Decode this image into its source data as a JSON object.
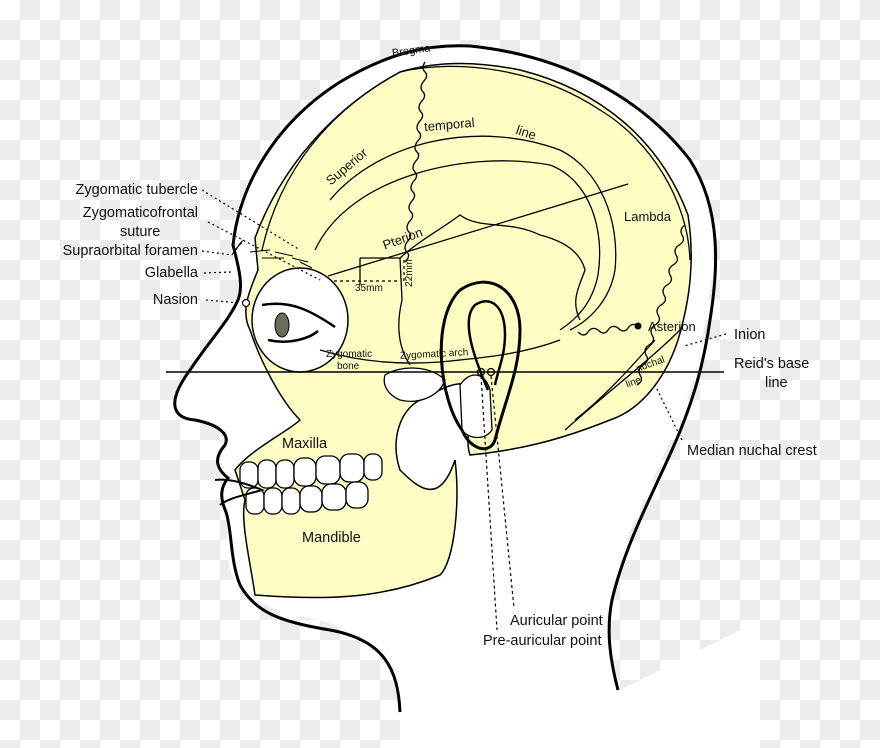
{
  "title": "Lateral skull landmarks on a head profile",
  "colors": {
    "bone": "#fdfdc4",
    "skin": "#ffffff",
    "outline": "#000000",
    "iris": "#6b6b5a"
  },
  "labels_left": {
    "zygomatic_tubercle": "Zygomatic tubercle",
    "zygomaticofrontal_1": "Zygomaticofrontal",
    "zygomaticofrontal_2": "suture",
    "supraorbital_foramen": "Supraorbital foramen",
    "glabella": "Glabella",
    "nasion": "Nasion"
  },
  "labels_right": {
    "inion": "Inion",
    "reids_1": "Reid's base",
    "reids_2": "line",
    "median_nuchal_crest": "Median nuchal crest"
  },
  "labels_bottom": {
    "auricular_point": "Auricular point",
    "pre_auricular_point": "Pre-auricular point"
  },
  "labels_inside": {
    "bregma": "Bregma",
    "superior": "Superior",
    "temporal": "temporal",
    "line": "line",
    "lambda": "Lambda",
    "pterion": "Pterion",
    "mm35": "35mm",
    "mm22": "22mm",
    "zygomatic_bone_1": "Zygomatic",
    "zygomatic_bone_2": "bone",
    "zygomatic_arch": "Zygomatic arch",
    "asterion": "Asterion",
    "nuchal": "nuchal",
    "nuchal_line": "line",
    "maxilla": "Maxilla",
    "mandible": "Mandible"
  }
}
